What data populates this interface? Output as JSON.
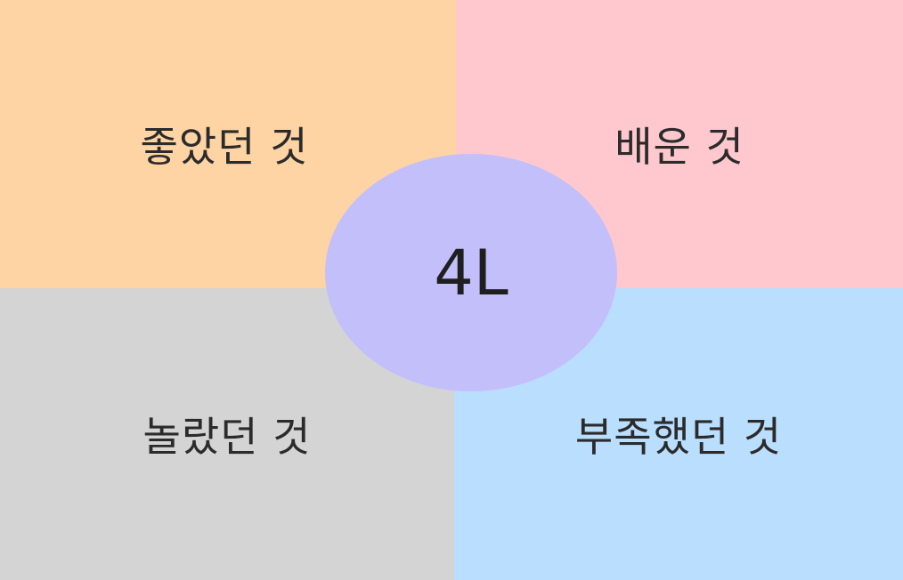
{
  "diagram": {
    "center": {
      "label": "4L",
      "color": "#c3bffa"
    },
    "quadrants": {
      "top_left": {
        "label": "좋았던 것",
        "color": "#fed4a4"
      },
      "top_right": {
        "label": "배운 것",
        "color": "#fec8ce"
      },
      "bottom_left": {
        "label": "놀랐던 것",
        "color": "#d4d4d4"
      },
      "bottom_right": {
        "label": "부족했던 것",
        "color": "#badefe"
      }
    }
  }
}
